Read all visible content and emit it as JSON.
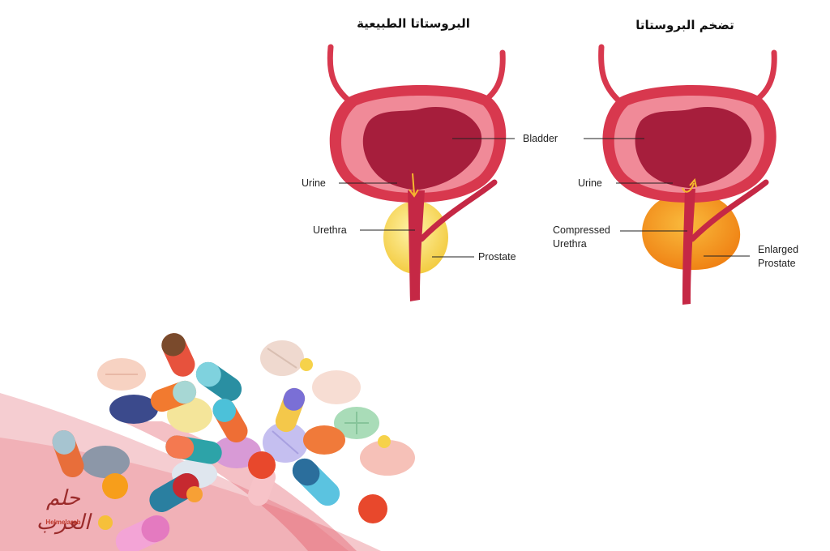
{
  "titles": {
    "normal": "البروستاتا الطبيعية",
    "enlarged": "تضخم البروستاتا"
  },
  "normal_labels": {
    "bladder": "Bladder",
    "urine": "Urine",
    "urethra": "Urethra",
    "prostate": "Prostate"
  },
  "enlarged_labels": {
    "urine": "Urine",
    "compressed_urethra_1": "Compressed",
    "compressed_urethra_2": "Urethra",
    "enlarged_prostate_1": "Enlarged",
    "enlarged_prostate_2": "Prostate"
  },
  "watermark": {
    "arabic": "حلم العرب",
    "latin": "Helmelarab"
  },
  "colors": {
    "bladder_wall": "#d8384e",
    "bladder_inner": "#f08a98",
    "bladder_lumen": "#a61e3c",
    "normal_prostate": "#f7d95a",
    "enlarged_prostate": "#f59a1c",
    "urine_arrow": "#f5b82e",
    "pink_wave": "#e04a5a"
  },
  "icons": [
    "pills-illustration"
  ]
}
